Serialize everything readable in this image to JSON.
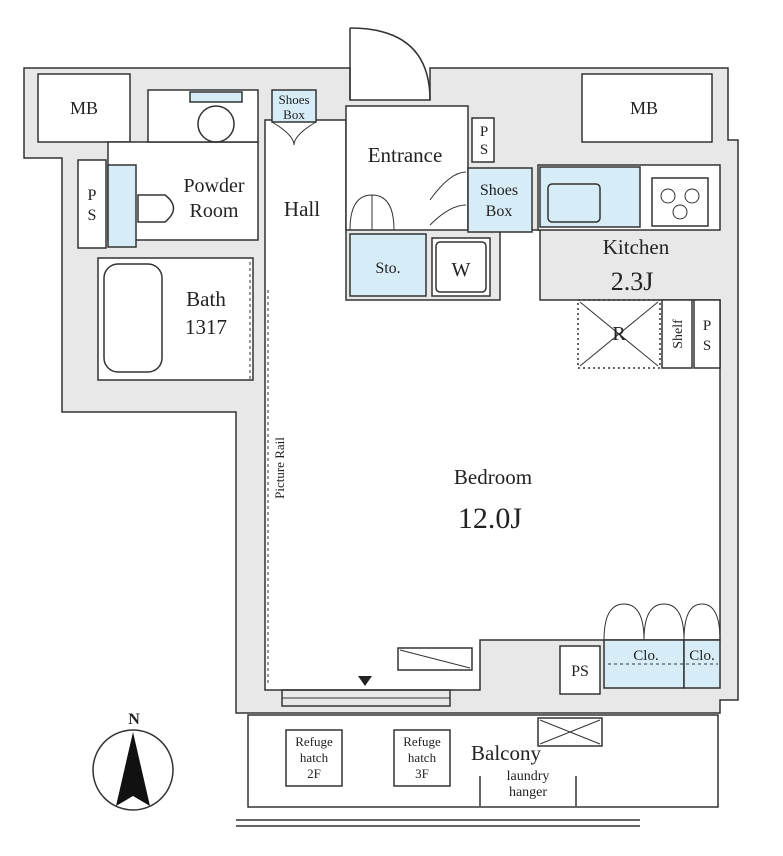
{
  "rooms": {
    "mb": "MB",
    "ps": "PS",
    "p_letter": "P",
    "s_letter": "S",
    "powder_line1": "Powder",
    "powder_line2": "Room",
    "hall": "Hall",
    "entrance": "Entrance",
    "shoes_line1": "Shoes",
    "shoes_line2": "Box",
    "kitchen": "Kitchen",
    "kitchen_size": "2.3J",
    "storage": "Sto.",
    "washer": "W",
    "bath": "Bath",
    "bath_size": "1317",
    "refrigerator": "R",
    "shelf": "Shelf",
    "picture_rail": "Picture Rail",
    "bedroom": "Bedroom",
    "bedroom_size": "12.0J",
    "closet": "Clo.",
    "balcony": "Balcony",
    "laundry_line1": "laundry",
    "laundry_line2": "hanger",
    "refuge_line1": "Refuge",
    "refuge_line2": "hatch",
    "refuge_2f": "2F",
    "refuge_3f": "3F"
  },
  "compass": {
    "north": "N"
  }
}
